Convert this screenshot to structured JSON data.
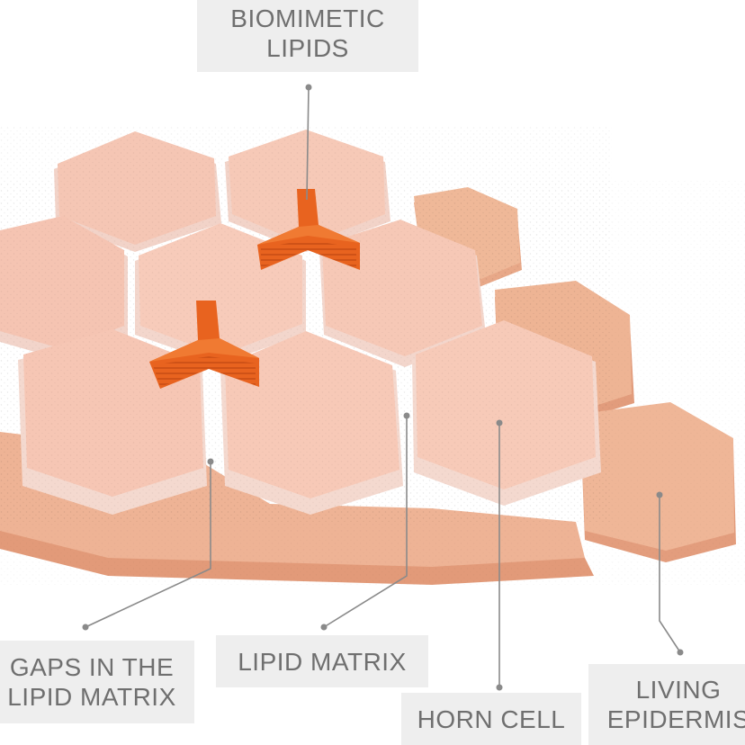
{
  "labels": {
    "biomimetic_lipids": [
      "BIOMIMETIC",
      "LIPIDS"
    ],
    "gaps": [
      "GAPS IN THE",
      "LIPID MATRIX"
    ],
    "lipid_matrix": [
      "LIPID MATRIX"
    ],
    "horn_cell": [
      "HORN CELL"
    ],
    "living_epidermis": [
      "LIVING",
      "EPIDERMIS"
    ]
  },
  "colors": {
    "background": "#ffffff",
    "label_box": "#eeeeee",
    "label_text": "#6f6f6f",
    "leader_line": "#8a8a8a",
    "horn_cell_top": "#f6c9b8",
    "horn_cell_side": "#f3d6cc",
    "living_epidermis_top": "#eeb595",
    "living_epidermis_side": "#e7a283",
    "biomimetic_lipid": "#e8631f"
  }
}
